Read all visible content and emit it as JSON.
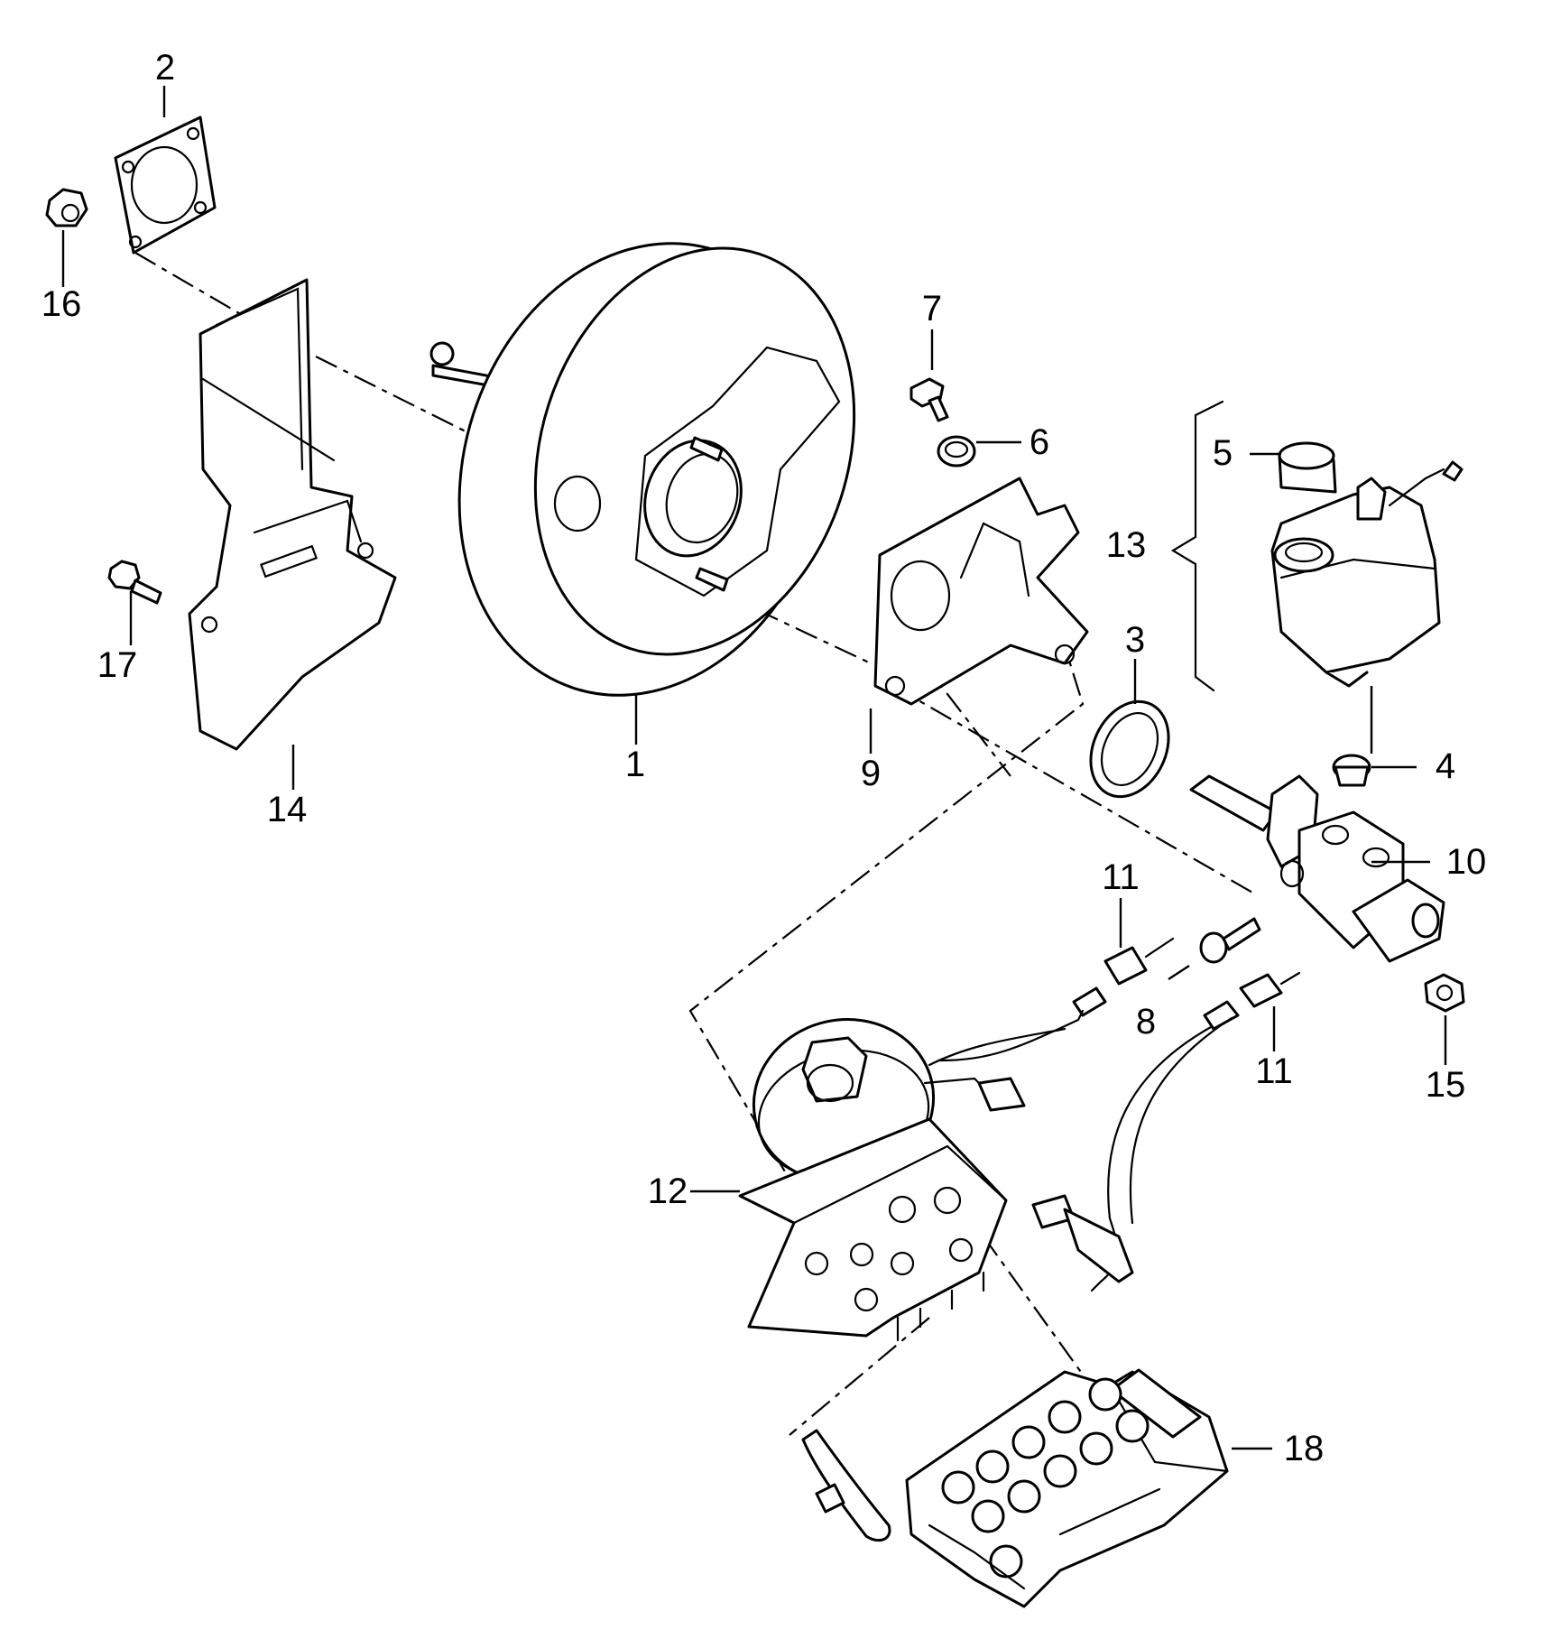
{
  "diagram": {
    "callouts": [
      {
        "id": "1",
        "text": "1"
      },
      {
        "id": "2",
        "text": "2"
      },
      {
        "id": "3",
        "text": "3"
      },
      {
        "id": "4",
        "text": "4"
      },
      {
        "id": "5",
        "text": "5"
      },
      {
        "id": "6",
        "text": "6"
      },
      {
        "id": "7",
        "text": "7"
      },
      {
        "id": "8",
        "text": "8"
      },
      {
        "id": "9",
        "text": "9"
      },
      {
        "id": "10",
        "text": "10"
      },
      {
        "id": "11a",
        "text": "11"
      },
      {
        "id": "11b",
        "text": "11"
      },
      {
        "id": "12",
        "text": "12"
      },
      {
        "id": "13",
        "text": "13"
      },
      {
        "id": "14",
        "text": "14"
      },
      {
        "id": "15",
        "text": "15"
      },
      {
        "id": "16",
        "text": "16"
      },
      {
        "id": "17",
        "text": "17"
      },
      {
        "id": "18",
        "text": "18"
      }
    ]
  }
}
